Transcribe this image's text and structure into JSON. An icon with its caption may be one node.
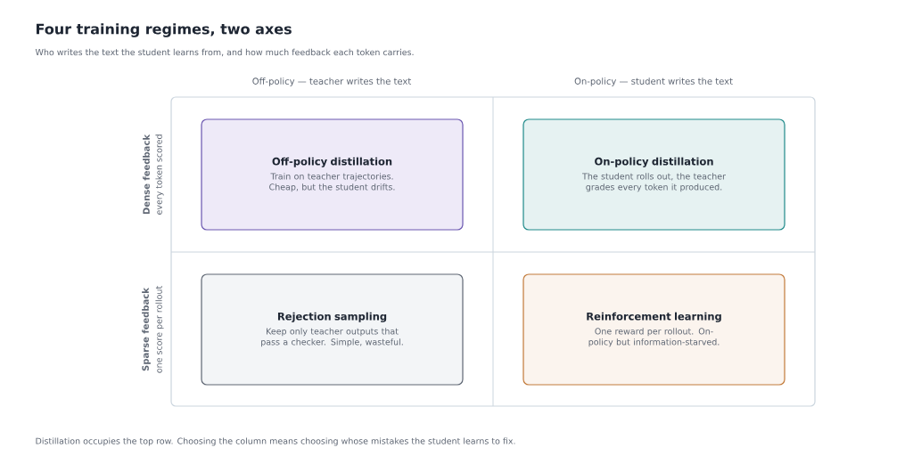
{
  "diagram": {
    "title": "Four training regimes, two axes",
    "caption": "Distillation occupies the top row. Choosing the column means choosing whose mistakes the student learns to fix.",
    "nodes": [
      {
        "text": [
          "Off-policy distillation",
          "Train on teacher trajectories. Cheap, but the student drifts."
        ]
      },
      {
        "text": [
          "On-policy distillation",
          "The student rolls out, the teacher grades every token it produced."
        ]
      },
      {
        "text": [
          "Rejection sampling",
          "Keep only teacher outputs that pass a checker. Simple, wasteful."
        ]
      },
      {
        "text": [
          "Reinforcement learning",
          "One reward per rollout. On-policy but information-starved."
        ]
      }
    ],
    "edges": [],
    "labels": [
      "Who writes the text the student learns from, and how much feedback each token carries.",
      "Off-policy — teacher writes the text",
      "On-policy — student writes the text",
      "Dense feedback",
      "every token scored",
      "Sparse feedback",
      "one score per rollout"
    ]
  }
}
